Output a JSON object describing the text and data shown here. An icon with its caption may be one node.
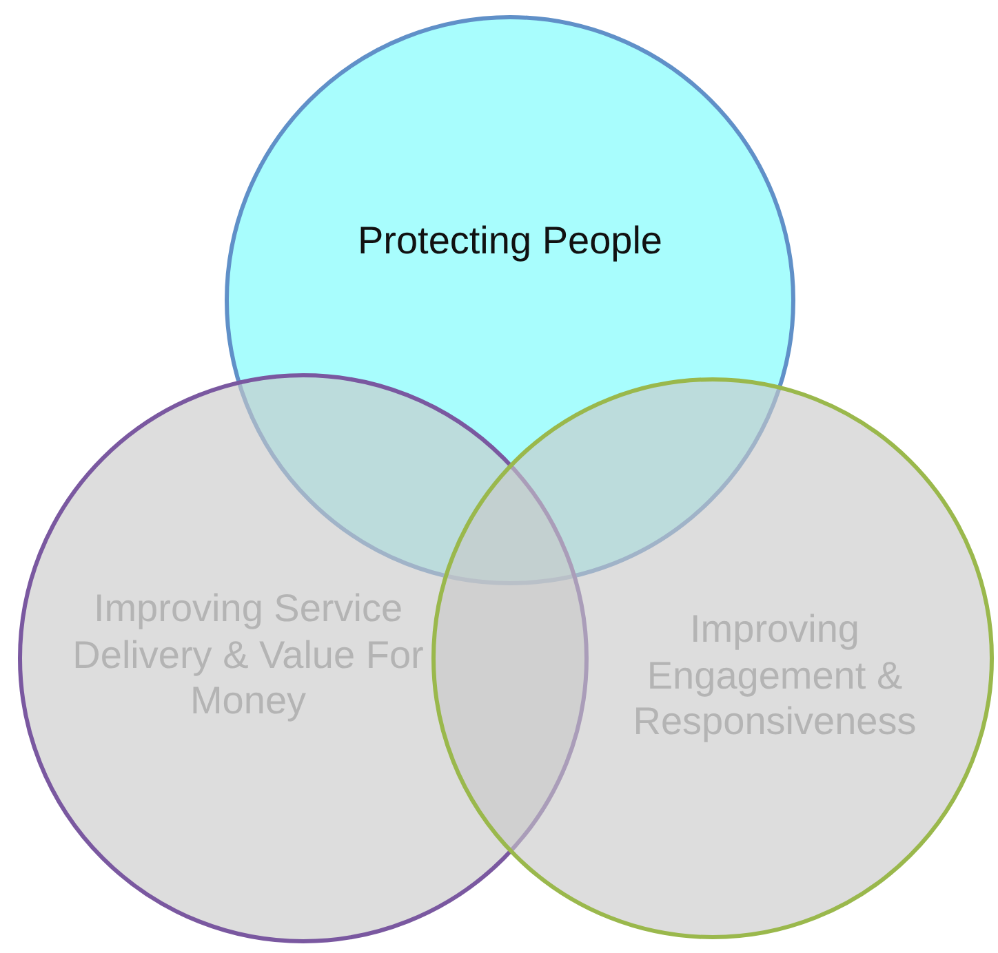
{
  "diagram": {
    "nodes": [
      {
        "text": [
          "Protecting People"
        ]
      },
      {
        "text": [
          "Improving Service Delivery & Value For Money"
        ]
      },
      {
        "text": [
          "Improving Engagement & Responsiveness"
        ]
      }
    ]
  }
}
